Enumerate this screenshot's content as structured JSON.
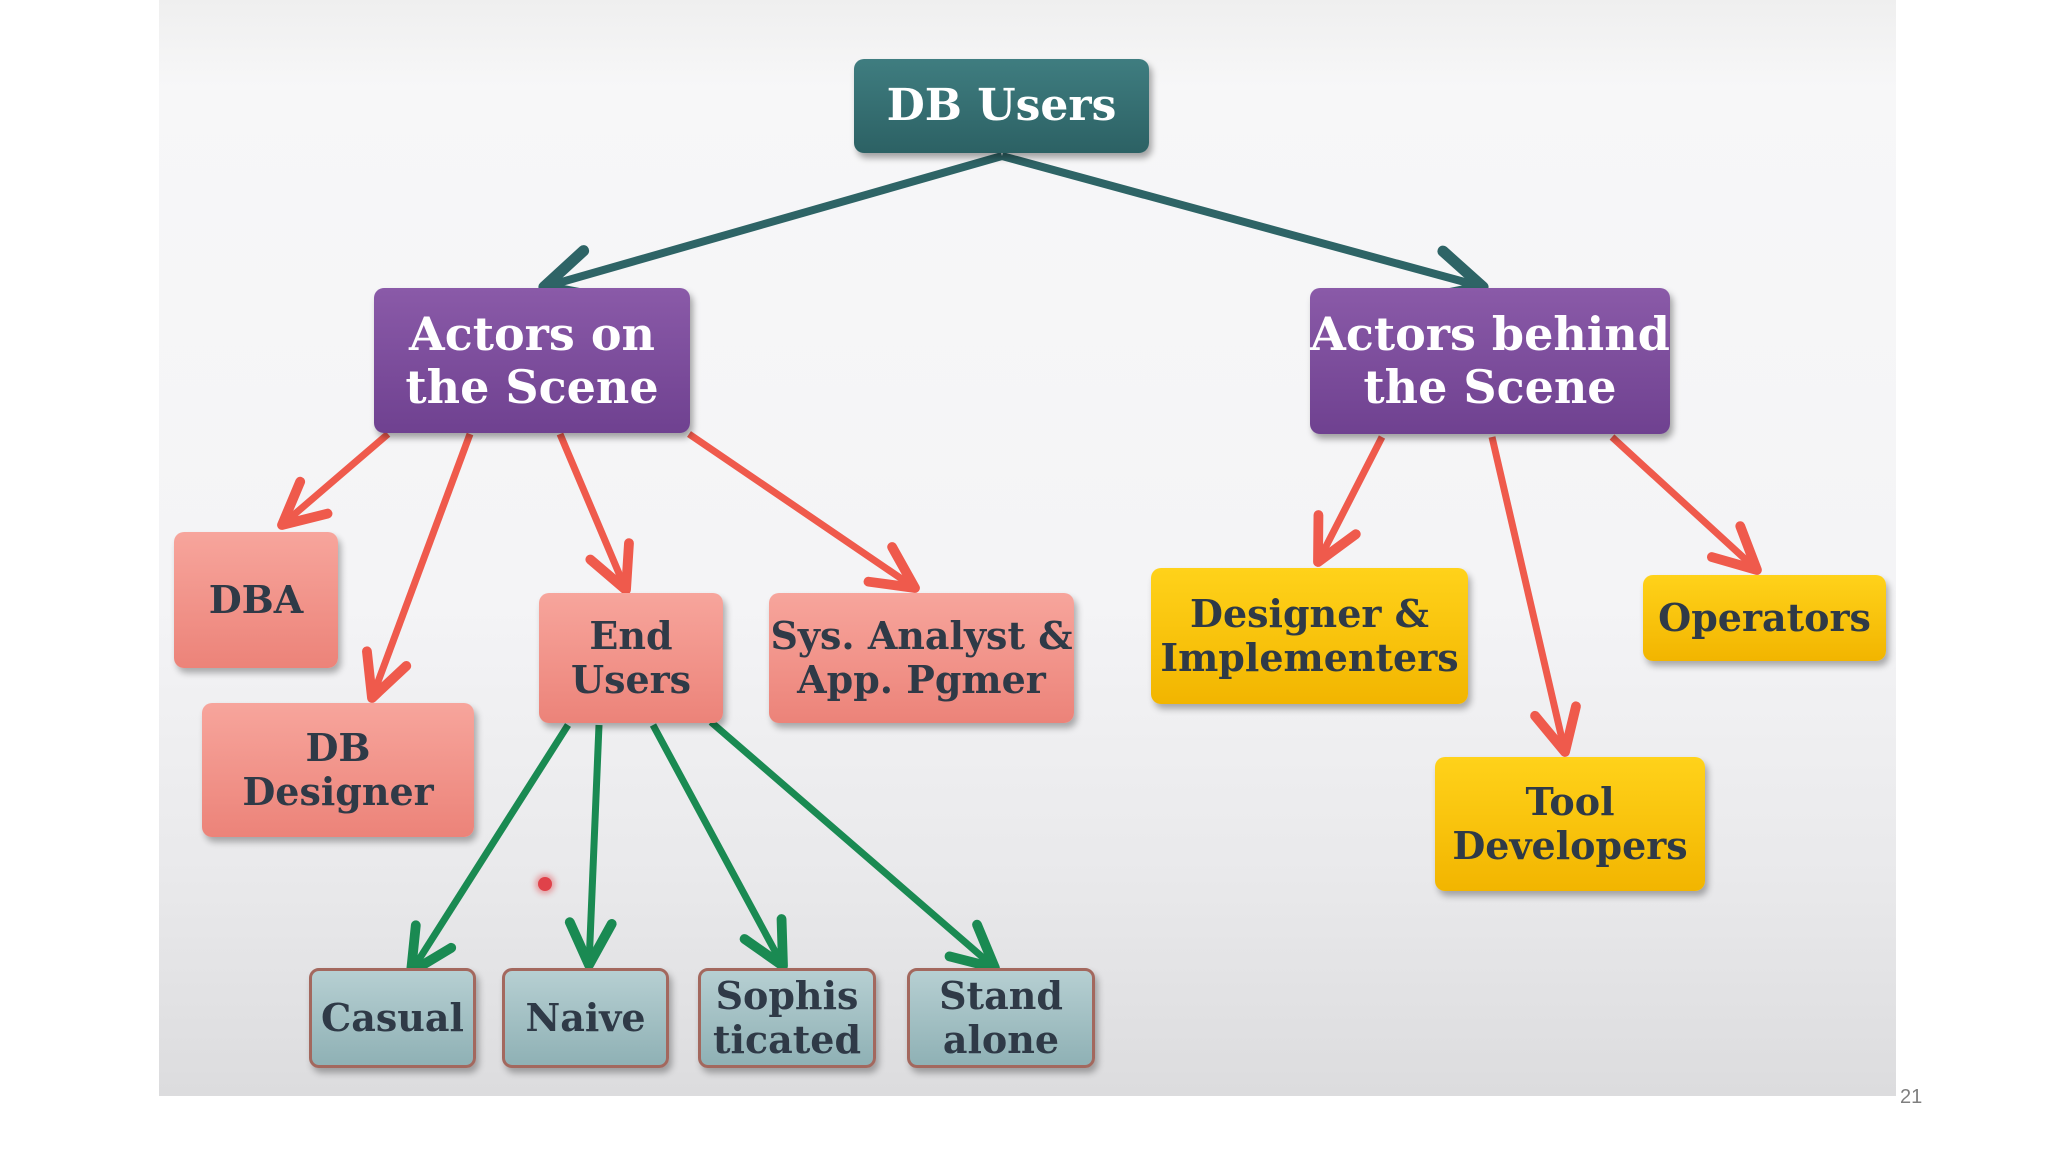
{
  "diagram": {
    "root": {
      "label": "DB Users"
    },
    "actors_on_scene": {
      "label": "Actors on\nthe Scene",
      "children": {
        "dba": "DBA",
        "db_designer": "DB\nDesigner",
        "end_users": "End\nUsers",
        "sys_analyst": "Sys. Analyst &\nApp. Pgmer"
      },
      "end_user_types": {
        "casual": "Casual",
        "naive": "Naive",
        "sophisticated": "Sophis\nticated",
        "standalone": "Stand\nalone"
      }
    },
    "actors_behind_scene": {
      "label": "Actors behind\nthe Scene",
      "children": {
        "designers": "Designer &\nImplementers",
        "tool_developers": "Tool\nDevelopers",
        "operators": "Operators"
      }
    }
  },
  "colors": {
    "root_arrow": "#2e6466",
    "red_arrow": "#ef5a4c",
    "green_arrow": "#1a8a52"
  },
  "slide_number": "21"
}
